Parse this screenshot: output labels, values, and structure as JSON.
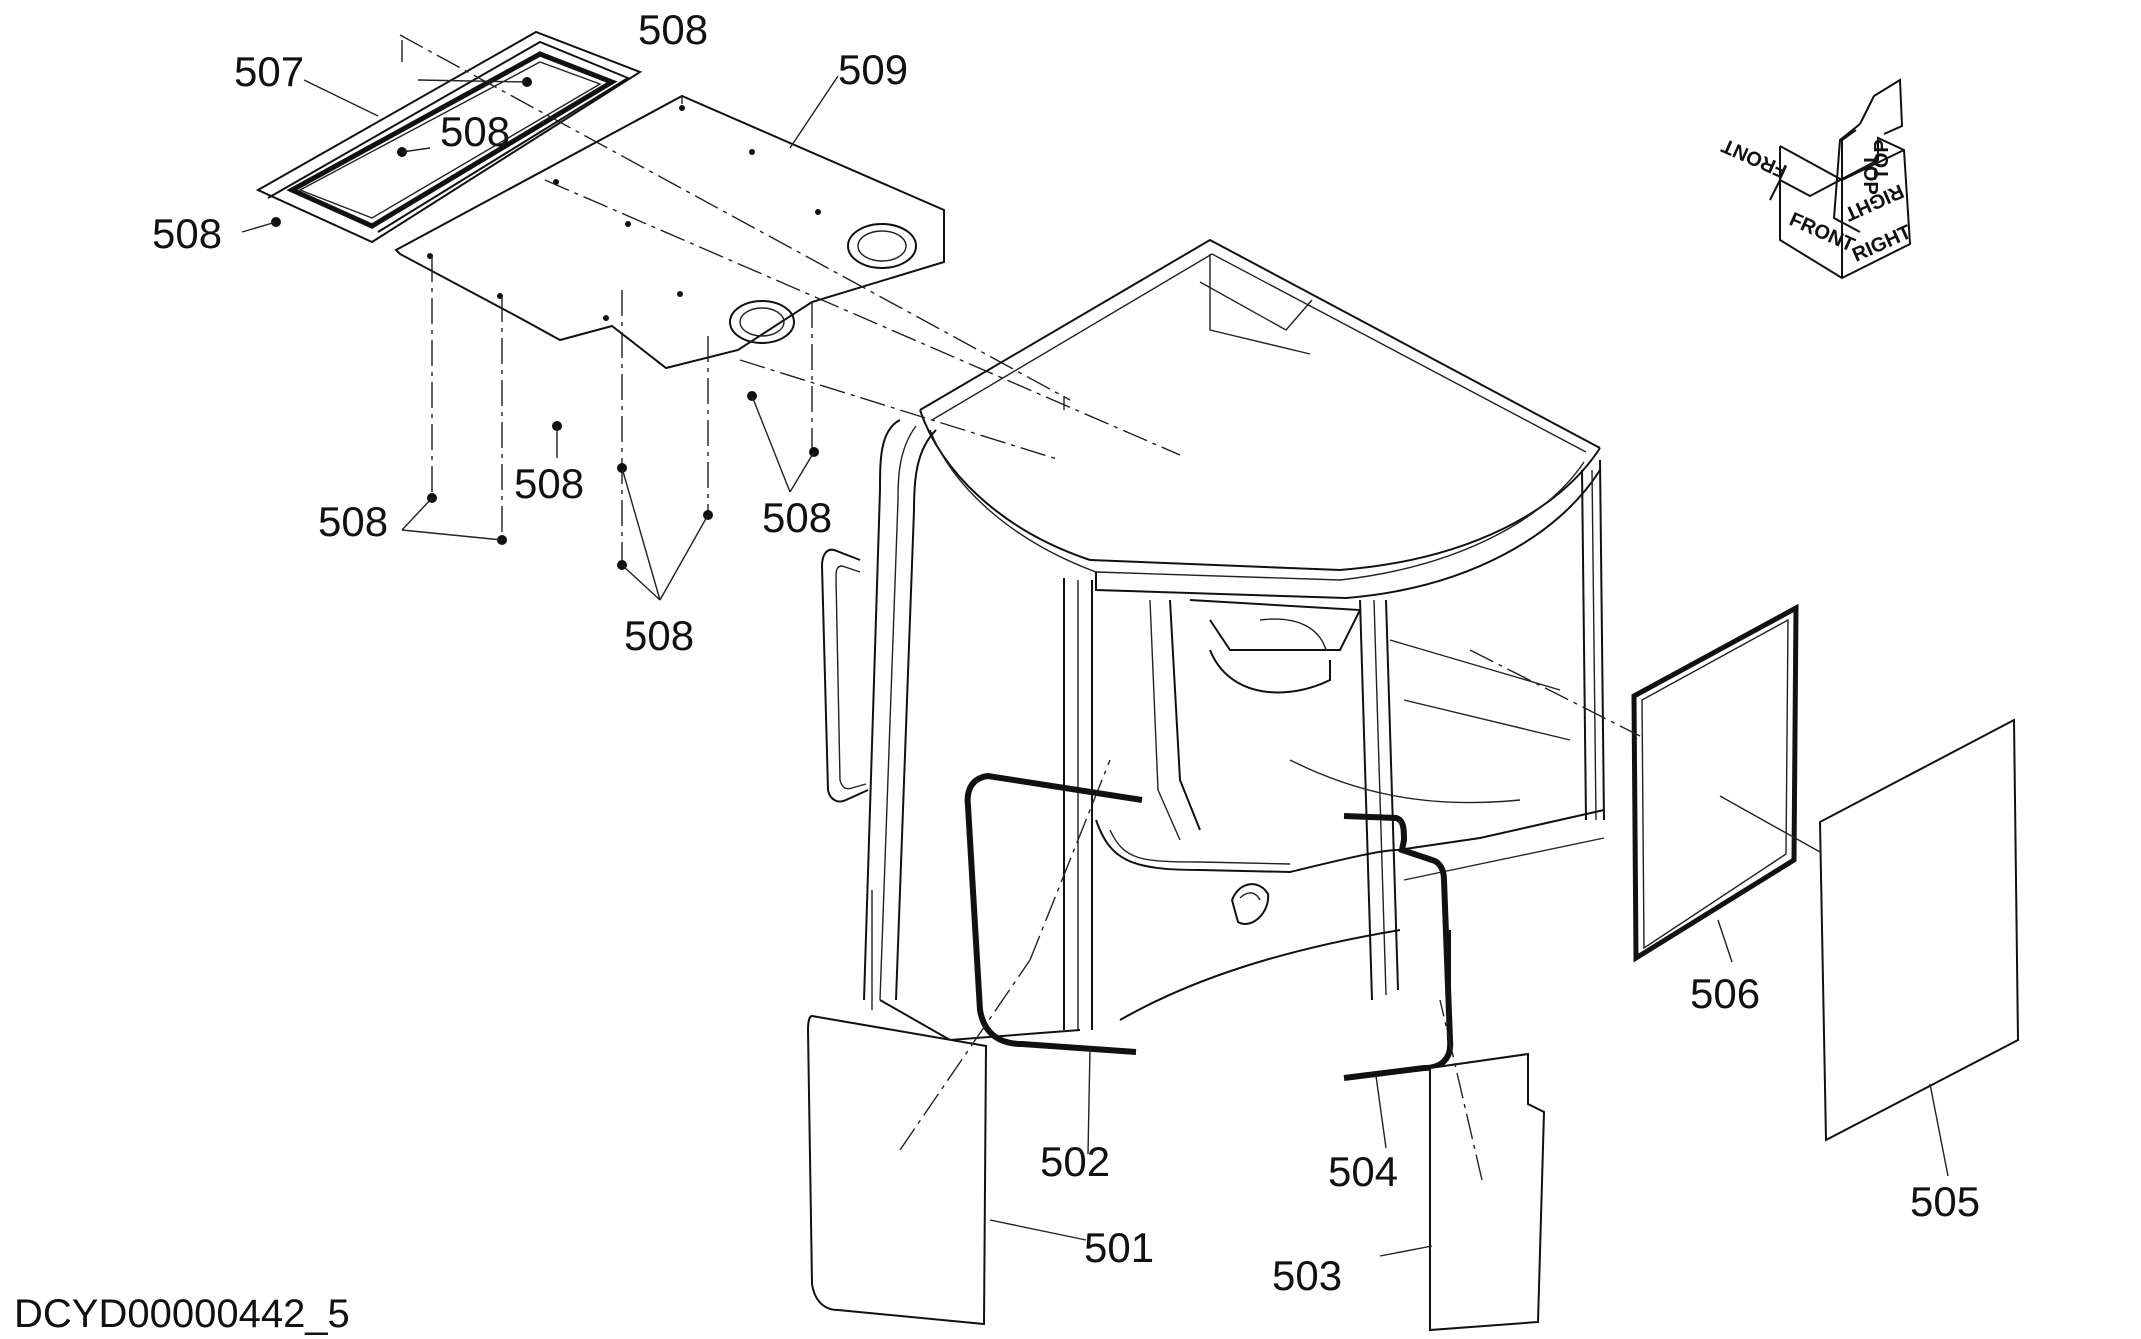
{
  "document_id": "DCYD00000442_5",
  "callouts": {
    "c501": "501",
    "c502": "502",
    "c503": "503",
    "c504": "504",
    "c505": "505",
    "c506": "506",
    "c507": "507",
    "c508": "508",
    "c509": "509"
  },
  "orientation": {
    "front": "FRONT",
    "top": "TOP",
    "right": "RIGHT"
  }
}
